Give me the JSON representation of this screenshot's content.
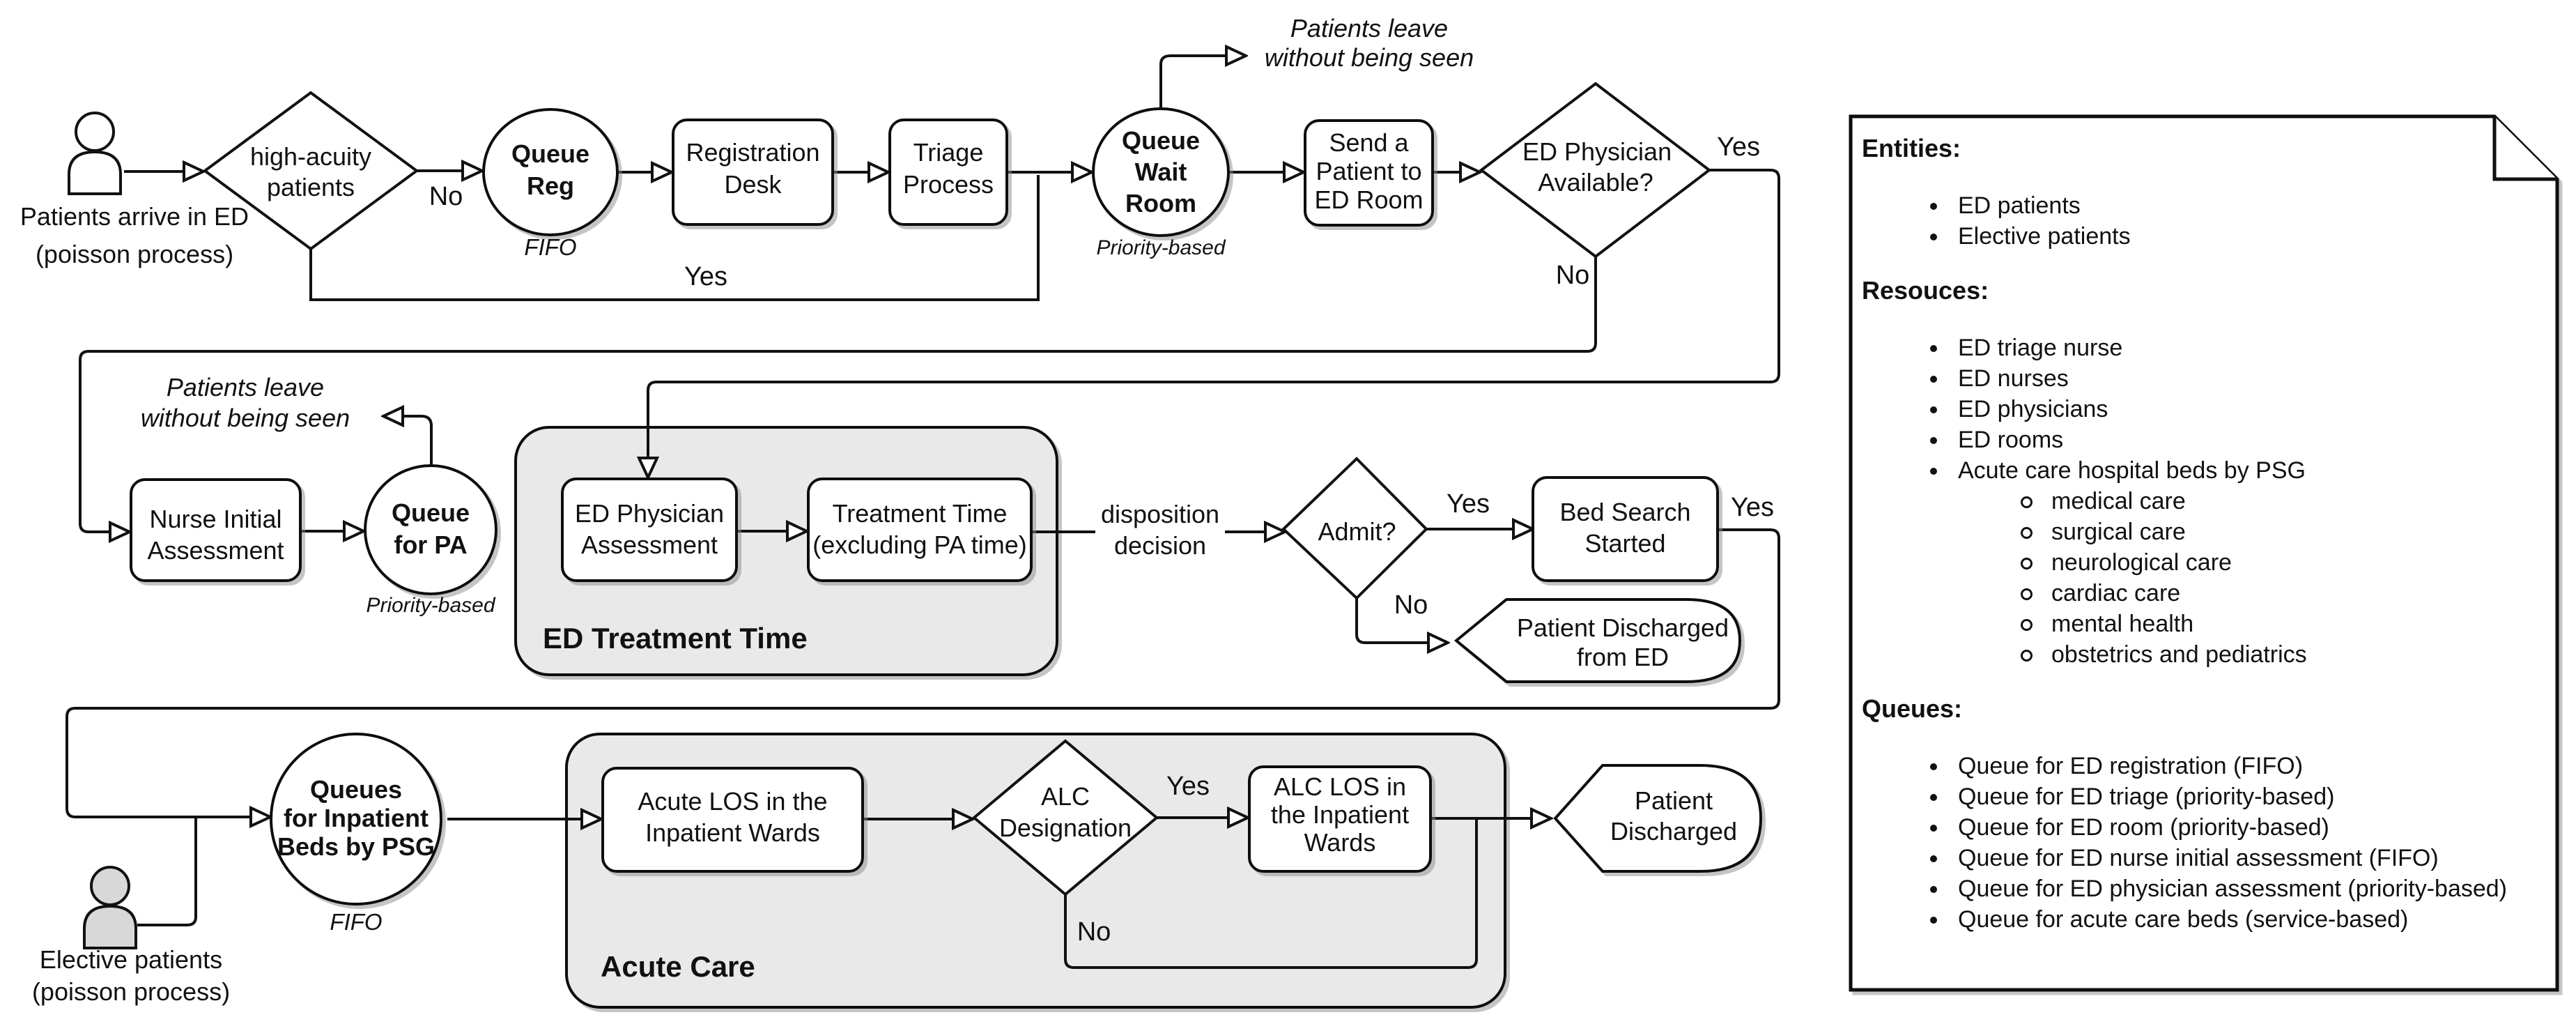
{
  "diagram": {
    "arrivals": {
      "ed": {
        "lines": [
          "Patients arrive in ED",
          "(poisson process)"
        ]
      },
      "elective": {
        "lines": [
          "Elective patients",
          "(poisson process)"
        ]
      }
    },
    "nodes": {
      "high_acuity": {
        "lines": [
          "high-acuity",
          "patients"
        ]
      },
      "queue_reg": {
        "lines": [
          "Queue",
          "Reg"
        ],
        "discipline": "FIFO"
      },
      "registration_desk": {
        "lines": [
          "Registration",
          "Desk"
        ]
      },
      "triage_process": {
        "lines": [
          "Triage",
          "Process"
        ]
      },
      "queue_wait_room": {
        "lines": [
          "Queue",
          "Wait",
          "Room"
        ],
        "discipline": "Priority-based"
      },
      "send_patient": {
        "lines": [
          "Send a",
          "Patient to",
          "ED Room"
        ]
      },
      "physician_available": {
        "lines": [
          "ED Physician",
          "Available?"
        ]
      },
      "nurse_initial": {
        "lines": [
          "Nurse Initial",
          "Assessment"
        ]
      },
      "queue_pa": {
        "lines": [
          "Queue",
          "for PA"
        ],
        "discipline": "Priority-based"
      },
      "ed_physician_assessment": {
        "lines": [
          "ED Physician",
          "Assessment"
        ]
      },
      "treatment_time": {
        "lines": [
          "Treatment Time",
          "(excluding PA time)"
        ]
      },
      "admit": {
        "lines": [
          "Admit?"
        ]
      },
      "bed_search": {
        "lines": [
          "Bed Search",
          "Started"
        ]
      },
      "discharged_from_ed": {
        "lines": [
          "Patient Discharged",
          "from ED"
        ]
      },
      "queues_inpatient": {
        "lines": [
          "Queues",
          "for Inpatient",
          "Beds by PSG"
        ],
        "discipline": "FIFO"
      },
      "acute_los": {
        "lines": [
          "Acute LOS in the",
          "Inpatient Wards"
        ]
      },
      "alc_designation": {
        "lines": [
          "ALC",
          "Designation"
        ]
      },
      "alc_los": {
        "lines": [
          "ALC LOS in",
          "the Inpatient",
          "Wards"
        ]
      },
      "patient_discharged": {
        "lines": [
          "Patient",
          "Discharged"
        ]
      }
    },
    "containers": {
      "ed_treatment_time": {
        "label": "ED Treatment Time"
      },
      "acute_care": {
        "label": "Acute Care"
      }
    },
    "edge_labels": {
      "high_acuity_no": "No",
      "high_acuity_yes": "Yes",
      "physician_yes": "Yes",
      "physician_no": "No",
      "admit_yes": "Yes",
      "admit_no": "No",
      "bed_search_yes": "Yes",
      "alc_yes": "Yes",
      "alc_no": "No"
    },
    "annotations": {
      "lwbs_wait_room": {
        "lines": [
          "Patients leave",
          "without being seen"
        ]
      },
      "lwbs_pa": {
        "lines": [
          "Patients leave",
          "without being seen"
        ]
      },
      "disposition": {
        "lines": [
          "disposition",
          "decision"
        ]
      }
    }
  },
  "notes_panel": {
    "entities_title": "Entities:",
    "entities": [
      "ED patients",
      "Elective patients"
    ],
    "resources_title": "Resouces:",
    "resources": [
      "ED triage nurse",
      "ED nurses",
      "ED physicians",
      "ED rooms",
      "Acute care hospital beds by PSG"
    ],
    "bed_types": [
      "medical care",
      "surgical care",
      "neurological care",
      "cardiac care",
      "mental health",
      "obstetrics and pediatrics"
    ],
    "queues_title": "Queues:",
    "queues": [
      "Queue for ED registration (FIFO)",
      "Queue for ED triage (priority-based)",
      "Queue for ED room (priority-based)",
      "Queue for ED nurse initial assessment (FIFO)",
      "Queue for ED physician assessment (priority-based)",
      "Queue for acute care beds (service-based)"
    ]
  }
}
